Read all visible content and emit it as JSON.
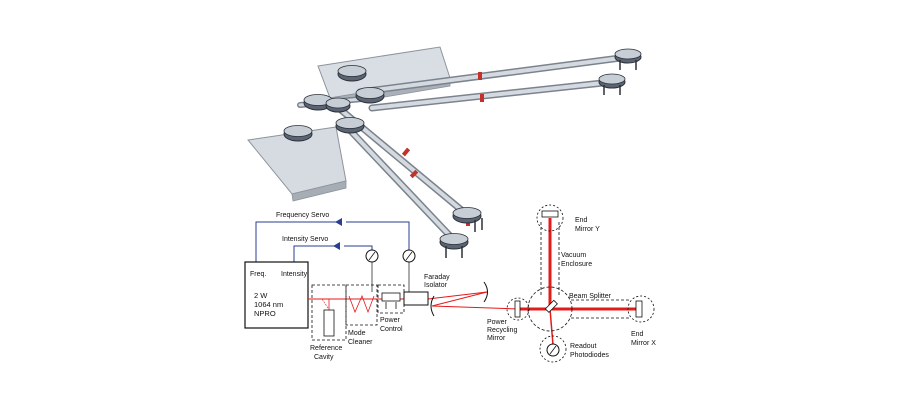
{
  "labels": {
    "frequency_servo": "Frequency Servo",
    "intensity_servo": "Intensity Servo",
    "freq": "Freq.",
    "intensity": "Intensity",
    "laser_power": "2 W",
    "laser_wavelength": "1064 nm",
    "laser_type": "NPRO",
    "faraday_line1": "Faraday",
    "faraday_line2": "Isolator",
    "reference_line1": "Reference",
    "reference_line2": "Cavity",
    "mode_line1": "Mode",
    "mode_line2": "Cleaner",
    "power_line1": "Power",
    "power_line2": "Control",
    "recycling_line1": "Power",
    "recycling_line2": "Recycling",
    "recycling_line3": "Mirror",
    "end_y_line1": "End",
    "end_y_line2": "Mirror Y",
    "vacuum_line1": "Vacuum",
    "vacuum_line2": "Enclosure",
    "beam_splitter": "Beam Splitter",
    "end_x_line1": "End",
    "end_x_line2": "Mirror X",
    "readout_line1": "Readout",
    "readout_line2": "Photodiodes"
  },
  "colors": {
    "laser_beam": "#e31b1b",
    "slab": "#c9cfd6",
    "tube": "#b9c0c9",
    "chamber": "#4a5260",
    "line": "#111111",
    "servo_line": "#2a3f8f"
  }
}
